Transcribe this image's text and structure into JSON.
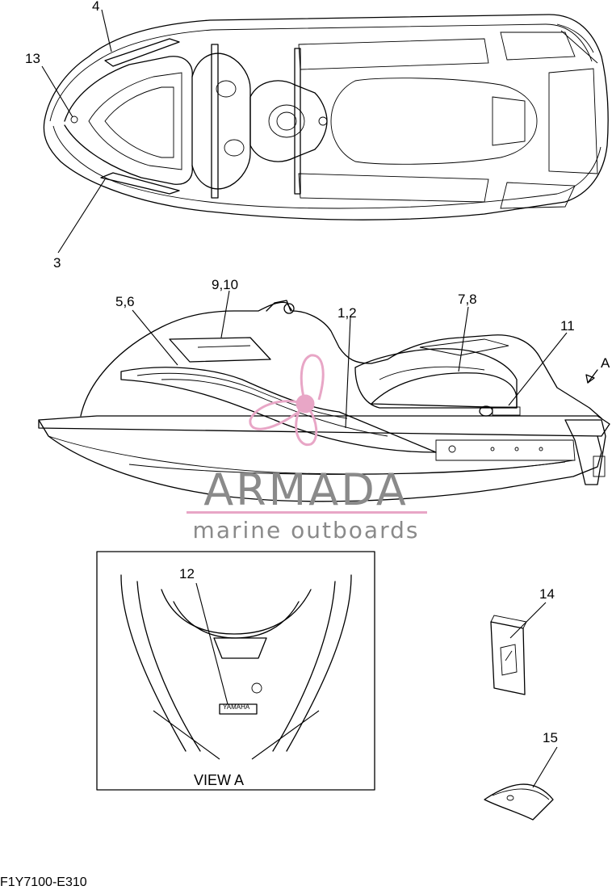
{
  "diagram": {
    "callouts": [
      {
        "id": "c4",
        "text": "4"
      },
      {
        "id": "c13",
        "text": "13"
      },
      {
        "id": "c3",
        "text": "3"
      },
      {
        "id": "c910",
        "text": "9,10"
      },
      {
        "id": "c56",
        "text": "5,6"
      },
      {
        "id": "c12side",
        "text": "1,2"
      },
      {
        "id": "c78",
        "text": "7,8"
      },
      {
        "id": "c11",
        "text": "11"
      },
      {
        "id": "cA",
        "text": "A"
      },
      {
        "id": "c12",
        "text": "12"
      },
      {
        "id": "c14",
        "text": "14"
      },
      {
        "id": "c15",
        "text": "15"
      }
    ],
    "view_label": "VIEW A",
    "part_code": "F1Y7100-E310",
    "badge_text": "YAMAHA"
  },
  "watermark": {
    "brand": "ARMADA",
    "tagline": "marine outboards",
    "accent_color": "#e8a6c6",
    "text_color": "#8a8a8a"
  }
}
